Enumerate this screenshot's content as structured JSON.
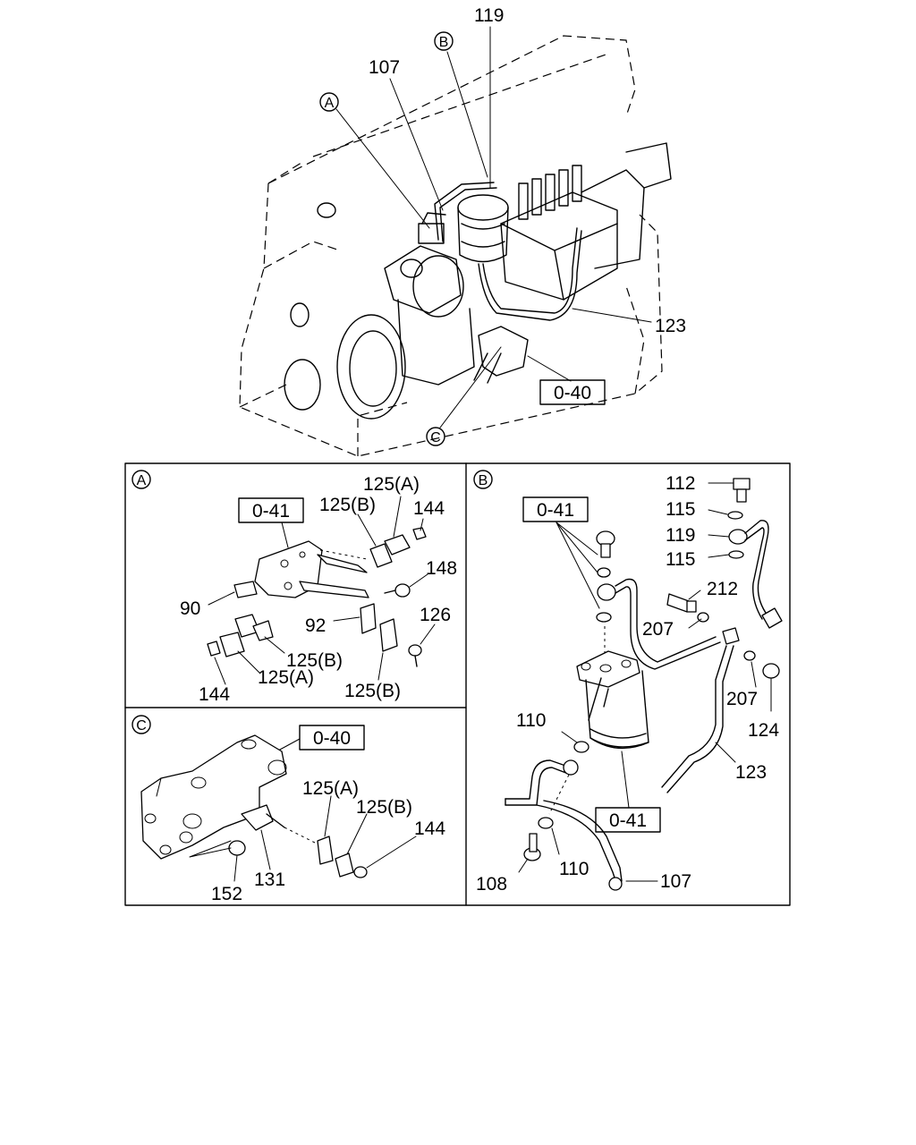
{
  "labels": {
    "p119_top": "119",
    "p107_top": "107",
    "p123_top": "123",
    "A_p125a": "125(A)",
    "A_p125b": "125(B)",
    "A_p144": "144",
    "A_p148": "148",
    "A_p90": "90",
    "A_p92": "92",
    "A_p126": "126",
    "A_p125b_2": "125(B)",
    "A_p125a_2": "125(A)",
    "A_p144_2": "144",
    "A_p125b_3": "125(B)",
    "C_p125a": "125(A)",
    "C_p125b": "125(B)",
    "C_p144": "144",
    "C_p152": "152",
    "C_p131": "131",
    "B_p112": "112",
    "B_p115": "115",
    "B_p119": "119",
    "B_p115_2": "115",
    "B_p212": "212",
    "B_p207": "207",
    "B_p207_2": "207",
    "B_p124": "124",
    "B_p123": "123",
    "B_p110": "110",
    "B_p110_2": "110",
    "B_p108": "108",
    "B_p107": "107"
  },
  "refs": {
    "top_040": "0-40",
    "A_041": "0-41",
    "C_040": "0-40",
    "B_041": "0-41",
    "B_041_2": "0-41"
  },
  "callouts": {
    "A": "A",
    "B": "B",
    "C": "C"
  }
}
